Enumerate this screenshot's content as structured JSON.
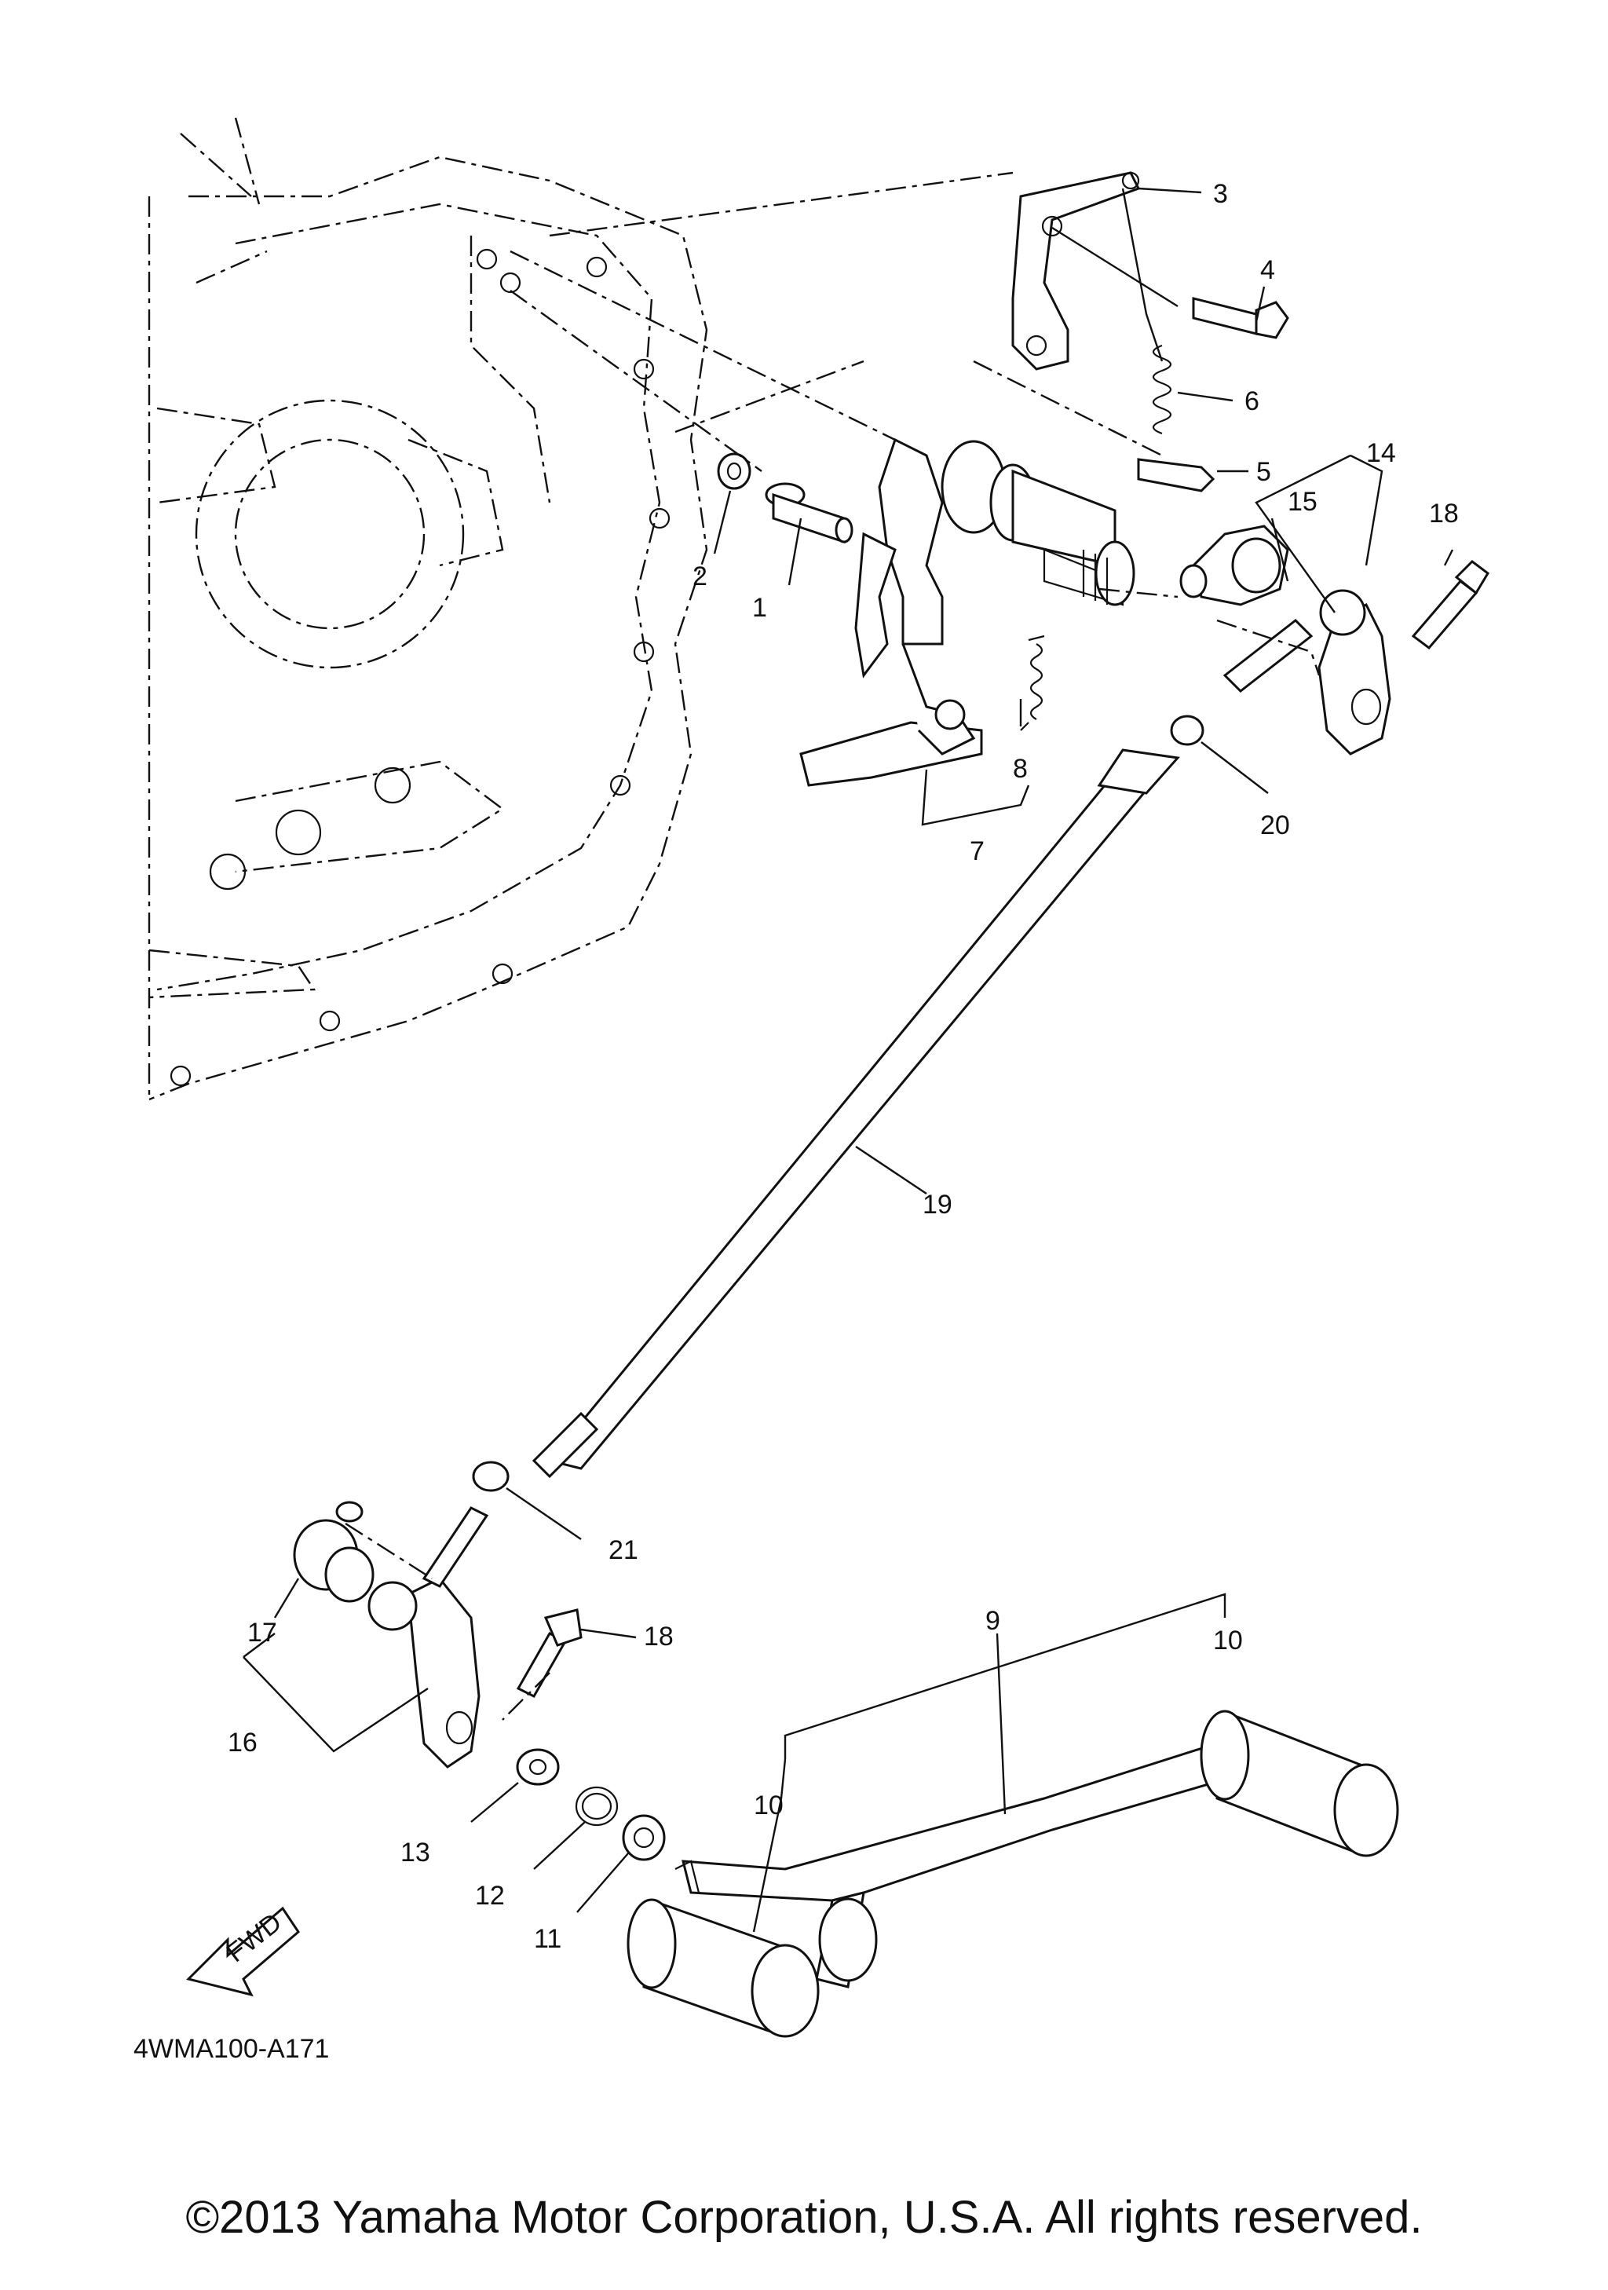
{
  "diagram": {
    "code": "4WMA100-A171",
    "fwd_label": "FWD",
    "callouts": [
      {
        "id": "c1",
        "text": "1"
      },
      {
        "id": "c2",
        "text": "2"
      },
      {
        "id": "c3",
        "text": "3"
      },
      {
        "id": "c4",
        "text": "4"
      },
      {
        "id": "c5",
        "text": "5"
      },
      {
        "id": "c6",
        "text": "6"
      },
      {
        "id": "c7",
        "text": "7"
      },
      {
        "id": "c8",
        "text": "8"
      },
      {
        "id": "c9",
        "text": "9"
      },
      {
        "id": "c10a",
        "text": "10"
      },
      {
        "id": "c10b",
        "text": "10"
      },
      {
        "id": "c11",
        "text": "11"
      },
      {
        "id": "c12",
        "text": "12"
      },
      {
        "id": "c13",
        "text": "13"
      },
      {
        "id": "c14",
        "text": "14"
      },
      {
        "id": "c15",
        "text": "15"
      },
      {
        "id": "c16",
        "text": "16"
      },
      {
        "id": "c17",
        "text": "17"
      },
      {
        "id": "c18a",
        "text": "18"
      },
      {
        "id": "c18b",
        "text": "18"
      },
      {
        "id": "c19",
        "text": "19"
      },
      {
        "id": "c20",
        "text": "20"
      },
      {
        "id": "c21",
        "text": "21"
      }
    ]
  },
  "footer": {
    "copyright": "©2013 Yamaha Motor Corporation, U.S.A. All rights reserved."
  }
}
